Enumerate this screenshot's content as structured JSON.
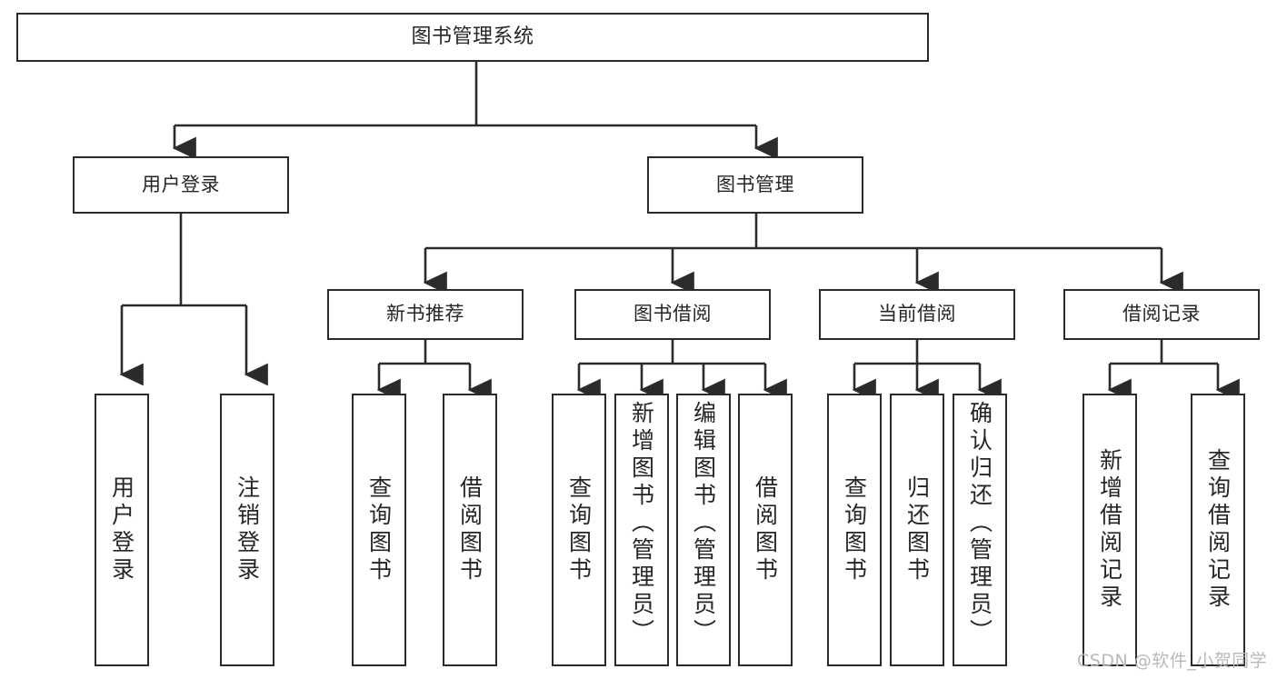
{
  "diagram": {
    "title": "图书管理系统",
    "watermark": "CSDN @软件_小贺同学",
    "stroke_color": "#2b2b2b",
    "fill_color": "#ffffff",
    "text_color": "#262626",
    "watermark_color": "#b9b9b9"
  },
  "nodes": {
    "root": {
      "label": "图书管理系统"
    },
    "level2": [
      {
        "label": "用户登录"
      },
      {
        "label": "图书管理"
      }
    ],
    "level3": [
      {
        "label": "新书推荐"
      },
      {
        "label": "图书借阅"
      },
      {
        "label": "当前借阅"
      },
      {
        "label": "借阅记录"
      }
    ],
    "leaves": [
      {
        "label": "用户登录",
        "parent": "用户登录"
      },
      {
        "label": "注销登录",
        "parent": "用户登录"
      },
      {
        "label": "查询图书",
        "parent": "新书推荐"
      },
      {
        "label": "借阅图书",
        "parent": "新书推荐"
      },
      {
        "label": "查询图书",
        "parent": "图书借阅"
      },
      {
        "label": "新增图书（管理员）",
        "parent": "图书借阅"
      },
      {
        "label": "编辑图书（管理员）",
        "parent": "图书借阅"
      },
      {
        "label": "借阅图书",
        "parent": "图书借阅"
      },
      {
        "label": "查询图书",
        "parent": "当前借阅"
      },
      {
        "label": "归还图书",
        "parent": "当前借阅"
      },
      {
        "label": "确认归还（管理员）",
        "parent": "当前借阅"
      },
      {
        "label": "新增借阅记录",
        "parent": "借阅记录"
      },
      {
        "label": "查询借阅记录",
        "parent": "借阅记录"
      }
    ]
  }
}
